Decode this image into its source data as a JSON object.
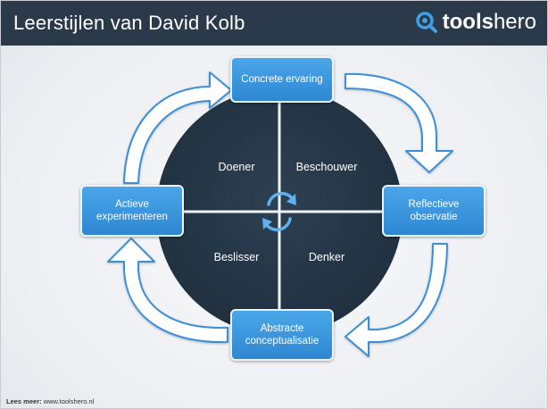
{
  "header": {
    "title": "Leerstijlen van David Kolb",
    "brand_bold": "tools",
    "brand_light": "hero"
  },
  "nodes": {
    "top": "Concrete ervaring",
    "right": "Reflectieve observatie",
    "bottom": "Abstracte conceptualisatie",
    "left": "Actieve experimenteren"
  },
  "quadrants": {
    "top_left": "Doener",
    "top_right": "Beschouwer",
    "bottom_left": "Beslisser",
    "bottom_right": "Denker"
  },
  "footer": {
    "label": "Lees meer:",
    "link": "www.toolshero.nl"
  },
  "colors": {
    "header": "#2a3a4a",
    "circle": "#243444",
    "box": "#3d97df",
    "arrow_stroke": "#3b8fd6"
  },
  "icons": {
    "brand": "magnifier-icon",
    "center": "cycle-arrows-icon"
  }
}
